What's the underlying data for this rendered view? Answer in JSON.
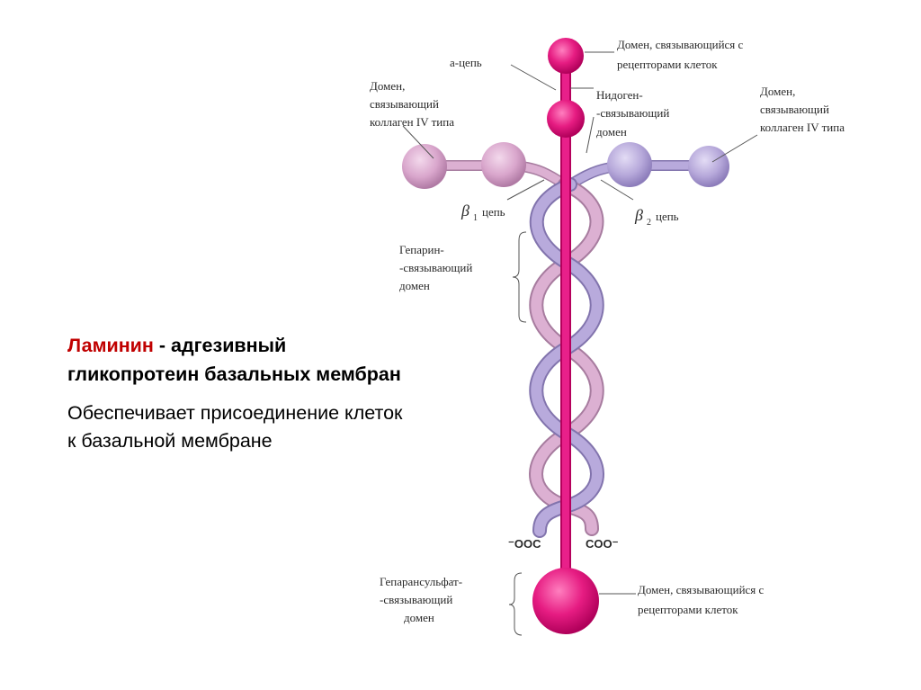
{
  "slide": {
    "heading_accent": "Ламинин",
    "heading_rest": " - адгезивный гликопротеин базальных мембран",
    "body": "Обеспечивает присоединение клеток  к базальной мембране"
  },
  "diagram": {
    "top_right_label": [
      "Домен, связывающийся с",
      "рецепторами клеток"
    ],
    "alpha_chain": "а-цепь",
    "nidogen_label": [
      "Нидоген-",
      "-связывающий",
      "домен"
    ],
    "collagen_left": [
      "Домен,",
      "связывающий",
      "коллаген IV типа"
    ],
    "collagen_right": [
      "Домен,",
      "связывающий",
      "коллаген IV типа"
    ],
    "beta1": {
      "symbol": "β",
      "sub": "1",
      "word": "цепь"
    },
    "beta2": {
      "symbol": "β",
      "sub": "2",
      "word": "цепь"
    },
    "heparin_label": [
      "Гепарин-",
      "-связывающий",
      "домен"
    ],
    "terminal_left": "⁻OOC",
    "terminal_right": "COO⁻",
    "heparansulfate_label": [
      "Гепарансульфат-",
      "-связывающий",
      "домен"
    ],
    "bottom_right_label": [
      "Домен, связывающийся с",
      "рецепторами клеток"
    ]
  },
  "colors": {
    "alpha": "#e0187a",
    "beta1": "#d9a3c9",
    "beta2": "#b3a3d4",
    "heading_accent": "#c00000"
  }
}
